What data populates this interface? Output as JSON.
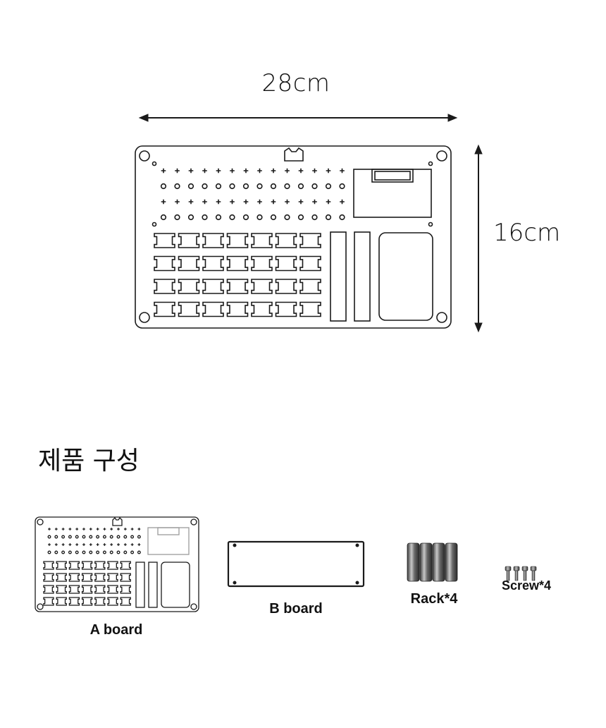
{
  "dimensions": {
    "width": "28cm",
    "height": "16cm"
  },
  "section_title": "제품 구성",
  "components": [
    {
      "name": "A board"
    },
    {
      "name": "B board"
    },
    {
      "name": "Rack*4"
    },
    {
      "name": "Screw*4"
    }
  ],
  "colors": {
    "stroke": "#1a1a1a",
    "background": "#ffffff"
  }
}
